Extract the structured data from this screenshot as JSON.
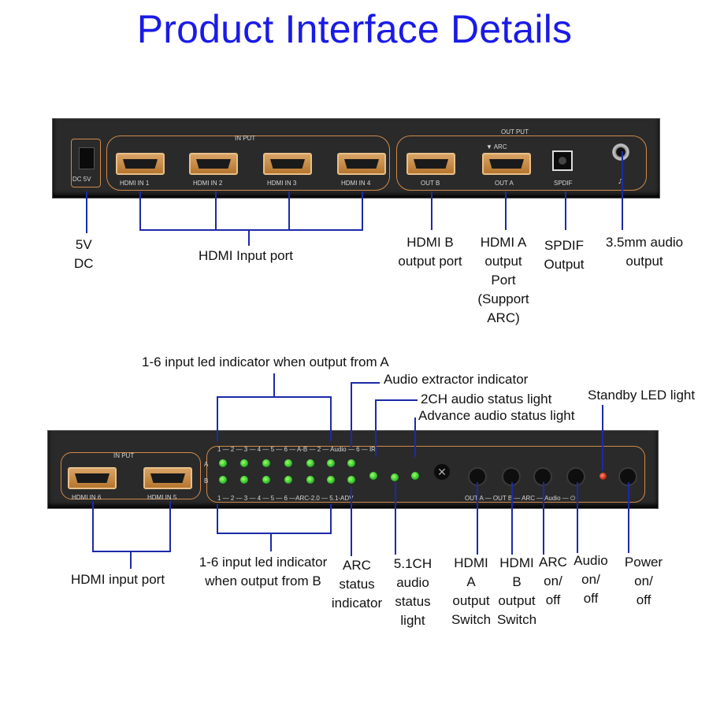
{
  "title": "Product Interface Details",
  "top_panel": {
    "input_header": "IN PUT",
    "output_header": "OUT PUT",
    "dc_label": "DC 5V",
    "ports": [
      "HDMI IN 1",
      "HDMI IN 2",
      "HDMI IN 3",
      "HDMI IN 4"
    ],
    "out_b": "OUT B",
    "out_a": "OUT A",
    "arc_mark": "▼ ARC",
    "spdif": "SPDIF"
  },
  "top_labels": {
    "dc": [
      "5V",
      "DC"
    ],
    "hdmi_input": "HDMI Input port",
    "hdmi_b": [
      "HDMI B",
      "output port"
    ],
    "hdmi_a": [
      "HDMI A",
      "output",
      "Port",
      "(Support",
      "ARC)"
    ],
    "spdif": [
      "SPDIF",
      "Output"
    ],
    "audio": [
      "3.5mm audio",
      "output"
    ]
  },
  "front_panel": {
    "input_header": "IN PUT",
    "ports": [
      "HDMI IN 6",
      "HDMI IN 5"
    ],
    "row_a": "A",
    "row_b": "B",
    "top_strip": "1 — 2 — 3 — 4 — 5 — 6 — A-B — 2 — Audio — 6 — IR",
    "bottom_strip": "1 — 2 — 3 — 4 — 5 — 6 —ARC-2.0 — 5.1-ADV",
    "button_strip": "OUT A — OUT B — ARC — Audio — ⏻"
  },
  "front_labels": {
    "led_a": "1-6 input led indicator when output from A",
    "audio_extractor": "Audio extractor indicator",
    "ch2": "2CH audio status light",
    "advance": "Advance audio status light",
    "standby": "Standby LED light",
    "hdmi_input": "HDMI input port",
    "led_b": [
      "1-6 input led indicator",
      "when output from B"
    ],
    "arc": [
      "ARC",
      "status",
      "indicator"
    ],
    "ch51": [
      "5.1CH",
      "audio",
      "status",
      "light"
    ],
    "hdmi_a_switch": [
      "HDMI",
      "A",
      "output",
      "Switch"
    ],
    "hdmi_b_switch": [
      "HDMI",
      "B",
      "output",
      "Switch"
    ],
    "arc_onoff": [
      "ARC",
      "on/",
      "off"
    ],
    "audio_onoff": [
      "Audio",
      "on/",
      "off"
    ],
    "power_onoff": [
      "Power",
      "on/",
      "off"
    ]
  }
}
